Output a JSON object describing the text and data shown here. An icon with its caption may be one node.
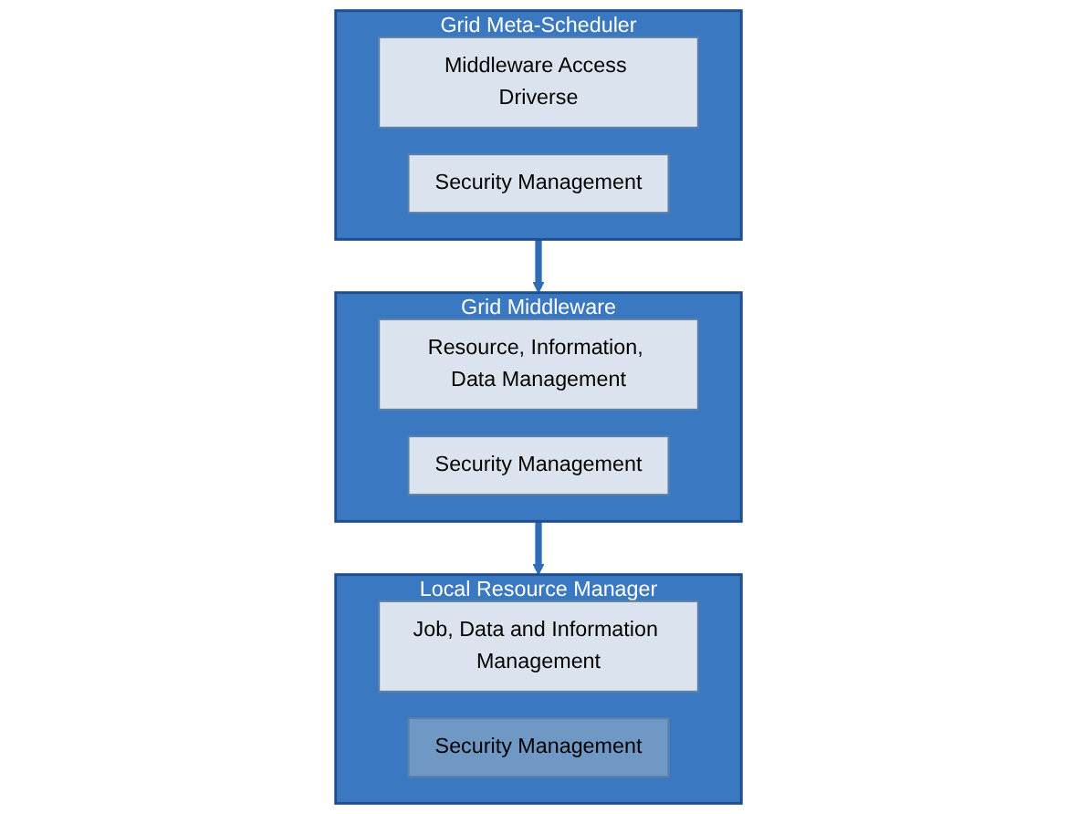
{
  "diagram": {
    "nodes": [
      {
        "text": [
          "Grid Meta-Scheduler"
        ]
      },
      {
        "text": [
          "Middleware Access Driverse"
        ],
        "in": 0
      },
      {
        "text": [
          "Security Management"
        ],
        "in": 0
      },
      {
        "text": [
          "Grid Middleware"
        ]
      },
      {
        "text": [
          "Resource, Information, Data Management"
        ],
        "in": 3
      },
      {
        "text": [
          "Security Management"
        ],
        "in": 3
      },
      {
        "text": [
          "Local Resource Manager"
        ]
      },
      {
        "text": [
          "Job, Data and Information Management"
        ],
        "in": 6
      },
      {
        "text": [
          "Security Management"
        ],
        "in": 6
      }
    ],
    "edges": [
      {
        "from": 0,
        "to": 3,
        "arrow": "to"
      },
      {
        "from": 3,
        "to": 6,
        "arrow": "to"
      }
    ]
  }
}
